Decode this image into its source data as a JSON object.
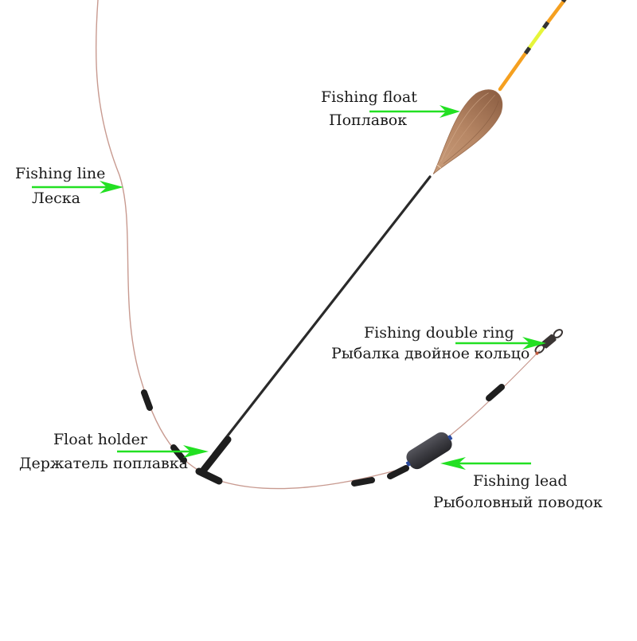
{
  "diagram": {
    "title": "Fishing float rig",
    "colors": {
      "background": "#ffffff",
      "arrow": "#22e022",
      "text": "#1a1a1a",
      "line": "#c89a90",
      "float_body": "#b78765",
      "float_tip_orange": "#f5a020",
      "float_tip_yellow": "#e6f53a",
      "stem": "#2a2a2a",
      "sleeve": "#1e1e1e",
      "lead": "#3c3c42",
      "lead_cap": "#2a4aa0",
      "swivel": "#3a3534"
    },
    "labels": {
      "fishing_float": {
        "en": "Fishing float",
        "ru": "Поплавок"
      },
      "fishing_line": {
        "en": "Fishing line",
        "ru": "Леска"
      },
      "double_ring": {
        "en": "Fishing double ring",
        "ru": "Рыбалка двойное кольцо"
      },
      "float_holder": {
        "en": "Float holder",
        "ru": "Держатель поплавка"
      },
      "fishing_lead": {
        "en": "Fishing lead",
        "ru": "Рыболовный поводок"
      }
    }
  }
}
